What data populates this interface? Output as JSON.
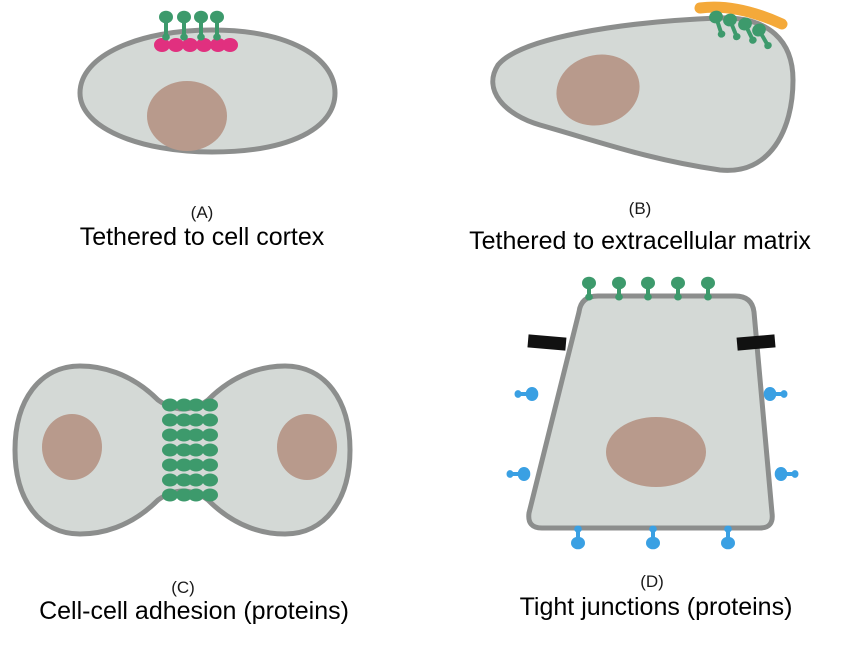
{
  "panels": [
    {
      "letter": "(A)",
      "caption": "Tethered to cell cortex"
    },
    {
      "letter": "(B)",
      "caption": "Tethered to extracellular matrix"
    },
    {
      "letter": "(C)",
      "caption": "Cell-cell adhesion (proteins)"
    },
    {
      "letter": "(D)",
      "caption": "Tight junctions (proteins)"
    }
  ],
  "colors": {
    "cytoplasm": "#d4d9d6",
    "membrane": "#8c8e8d",
    "nucleus": "#b89a8c",
    "membrane_protein": "#3d9a6c",
    "cortex": "#e1307f",
    "matrix": "#f4a93a",
    "junction": "#111111",
    "apical_protein": "#3aa0e3"
  }
}
